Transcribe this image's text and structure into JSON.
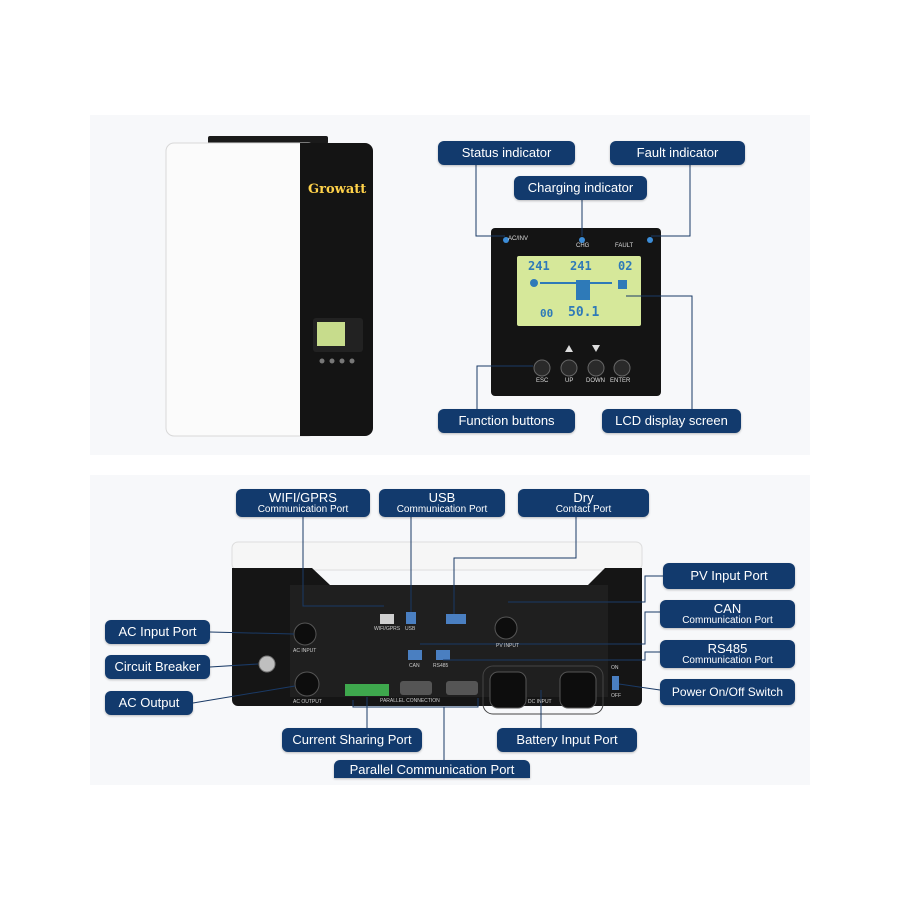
{
  "top": {
    "brand": "Growatt",
    "indicators": [
      "AC/INV",
      "CHG",
      "FAULT"
    ],
    "lcd": {
      "readout_left": "241",
      "readout_mid": "241",
      "readout_right": "02",
      "readout_bottom_left": "00",
      "readout_bottom_right": "50.1"
    },
    "buttons": [
      "ESC",
      "UP",
      "DOWN",
      "ENTER"
    ],
    "labels": {
      "status_indicator": "Status indicator",
      "fault_indicator": "Fault indicator",
      "charging_indicator": "Charging indicator",
      "function_buttons": "Function buttons",
      "lcd_display_screen": "LCD display screen"
    }
  },
  "bottom": {
    "panel_marks": {
      "ac_input": "AC INPUT",
      "ac_output": "AC OUTPUT",
      "pv_input": "PV INPUT",
      "dc_input": "DC INPUT",
      "parallel_connection": "PARALLEL CONNECTION",
      "wifi_gprs": "WIFI/GPRS",
      "usb": "USB",
      "can": "CAN",
      "rs485": "RS485",
      "on": "ON",
      "off": "OFF"
    },
    "labels": {
      "wifi_gprs_title": "WIFI/GPRS",
      "wifi_gprs_sub": "Communication Port",
      "usb_title": "USB",
      "usb_sub": "Communication Port",
      "dry_title": "Dry",
      "dry_sub": "Contact Port",
      "pv_input_port": "PV Input Port",
      "can_title": "CAN",
      "can_sub": "Communication Port",
      "rs485_title": "RS485",
      "rs485_sub": "Communication Port",
      "power_switch": "Power On/Off Switch",
      "ac_input_port": "AC Input Port",
      "circuit_breaker": "Circuit Breaker",
      "ac_output": "AC Output",
      "current_sharing_port": "Current Sharing Port",
      "battery_input_port": "Battery Input Port",
      "parallel_comm_port": "Parallel Communication Port"
    }
  },
  "colors": {
    "label_bg": "#123a6d",
    "lcd_bg": "#d6e89a",
    "device_black": "#141414"
  }
}
